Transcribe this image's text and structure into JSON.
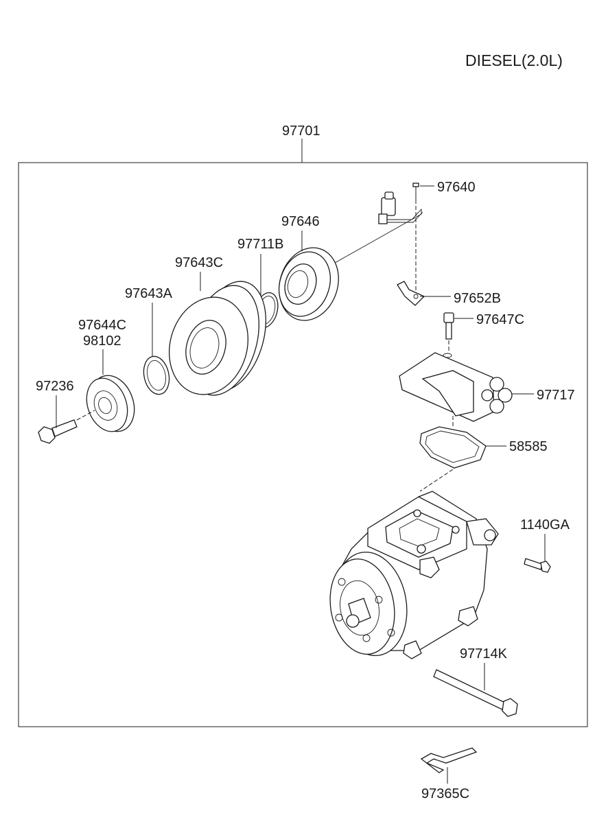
{
  "header": {
    "variant": "DIESEL(2.0L)"
  },
  "assembly": {
    "number": "97701"
  },
  "parts": {
    "p97640": "97640",
    "p97646": "97646",
    "p97711B": "97711B",
    "p97643C": "97643C",
    "p97643A": "97643A",
    "p97652B": "97652B",
    "p97647C": "97647C",
    "p97644C": "97644C",
    "p98102": "98102",
    "p97236": "97236",
    "p97717": "97717",
    "p58585": "58585",
    "p1140GA": "1140GA",
    "p97714K": "97714K",
    "p97365C": "97365C"
  }
}
